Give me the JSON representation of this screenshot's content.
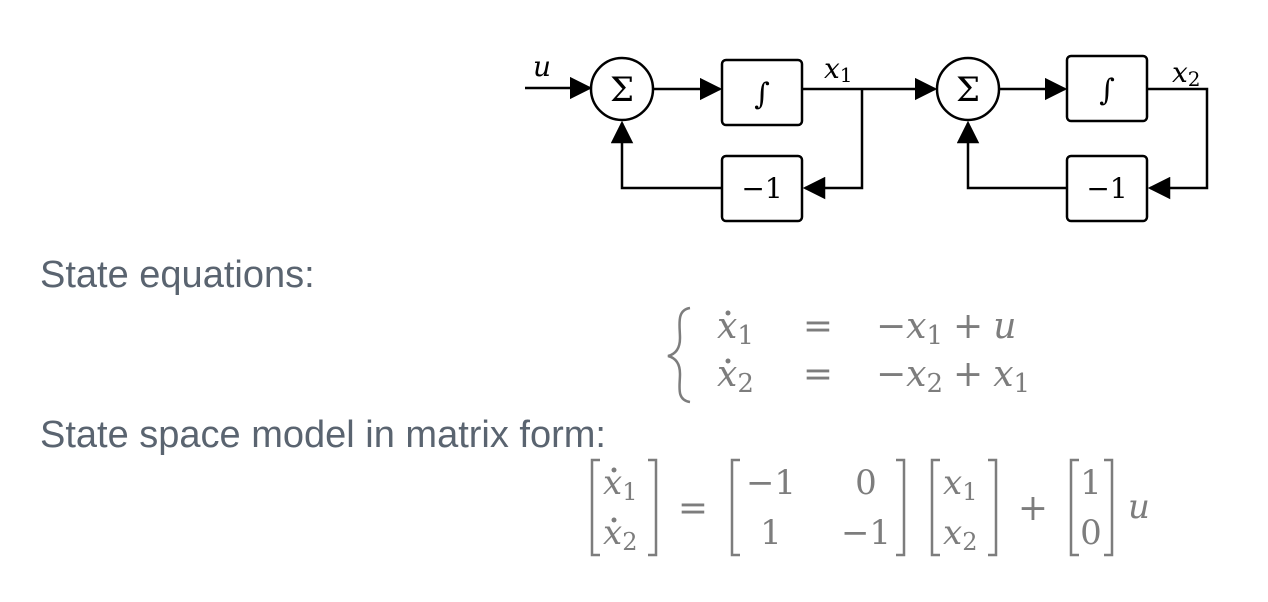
{
  "diagram": {
    "input_label": "u",
    "sum_symbol": "Σ",
    "integrator_symbol": "∫",
    "gain_label": "−1",
    "state1_label": "x",
    "state1_sub": "1",
    "state2_label": "x",
    "state2_sub": "2"
  },
  "state_equations": {
    "heading": "State equations:",
    "eq1": {
      "lhs": "x",
      "lhs_sub": "1",
      "rel": "=",
      "rhs_a": "−x",
      "rhs_a_sub": "1",
      "op": "+",
      "rhs_b": "u",
      "rhs_b_sub": ""
    },
    "eq2": {
      "lhs": "x",
      "lhs_sub": "2",
      "rel": "=",
      "rhs_a": "−x",
      "rhs_a_sub": "2",
      "op": "+",
      "rhs_b": "x",
      "rhs_b_sub": "1"
    }
  },
  "matrix_form": {
    "heading": "State space model in matrix form:",
    "state_vector": [
      "x",
      "x"
    ],
    "state_subs": [
      "1",
      "2"
    ],
    "A": [
      [
        "−1",
        "0"
      ],
      [
        "1",
        "−1"
      ]
    ],
    "B": [
      "1",
      "0"
    ],
    "input": "u",
    "equals": "=",
    "plus": "+"
  }
}
